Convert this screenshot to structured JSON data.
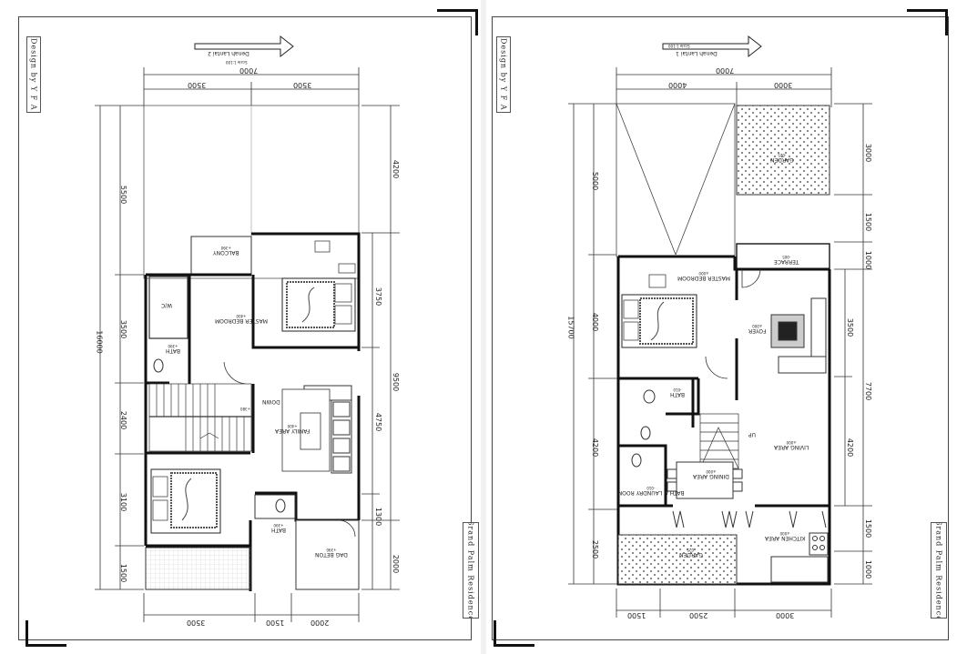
{
  "title_block": {
    "designer": "Design by Y F A",
    "project": "Grand Palm Residence"
  },
  "floor2": {
    "title": "Denah Lantai 2",
    "scale": "Scale 1:100",
    "dims_top": {
      "total": "7000",
      "left": "3500",
      "right": "3500"
    },
    "dims_bottom": {
      "a": "3500",
      "b": "1500",
      "c": "2000"
    },
    "dims_left": {
      "total": "16000",
      "a": "5500",
      "b": "3500",
      "c": "2400",
      "d": "3100",
      "e": "1500"
    },
    "dims_right": {
      "a": "4200",
      "b": "3750",
      "c": "9500",
      "d": "4750",
      "e": "1300",
      "f": "2000"
    },
    "rooms": {
      "balcony_name": "BALCONY",
      "balcony_level": "+390",
      "master_name": "MASTER BEDROOM",
      "master_level": "+400",
      "wic": "W/C",
      "bath1_name": "BATH",
      "bath1_level": "+390",
      "down": "DOWN",
      "stair_level": "+380",
      "family_name": "FAMILY AREA",
      "family_level": "+400",
      "bath2_name": "BATH",
      "bath2_level": "+390",
      "dag_name": "DAG BETON",
      "dag_level": "+390"
    }
  },
  "floor1": {
    "title": "Denah Lantai 1",
    "scale": "Scale 1:100",
    "dims_top": {
      "total": "7000",
      "left": "4000",
      "right": "3000"
    },
    "dims_bottom": {
      "a": "1500",
      "b": "2500",
      "c": "3000"
    },
    "dims_left": {
      "total": "15700",
      "a": "5000",
      "b": "4000",
      "c": "4200",
      "d": "2500"
    },
    "dims_right": {
      "a": "3000",
      "b": "1500",
      "c": "1000",
      "d": "3500",
      "e": "7700",
      "f": "4200",
      "g": "1500",
      "h": "1000"
    },
    "rooms": {
      "garden_top_name": "GARDEN",
      "garden_top_level": "-025",
      "terrace_name": "TERRACE",
      "terrace_level": "-005",
      "master_name": "MASTER BEDROOM",
      "master_level": "±000",
      "foyer_name": "FOYER",
      "foyer_level": "±000",
      "bath_name": "BATH",
      "bath_level": "-010",
      "up": "UP",
      "living_name": "LIVING AREA",
      "living_level": "±000",
      "laundry_name": "BATH & LAUNDRY ROOM",
      "laundry_level": "-010",
      "dining_name": "DINING AREA",
      "dining_level": "±000",
      "kitchen_name": "KITCHEN AREA",
      "kitchen_level": "±000",
      "garden_bottom_name": "GARDEN",
      "garden_bottom_level": "-025"
    }
  }
}
